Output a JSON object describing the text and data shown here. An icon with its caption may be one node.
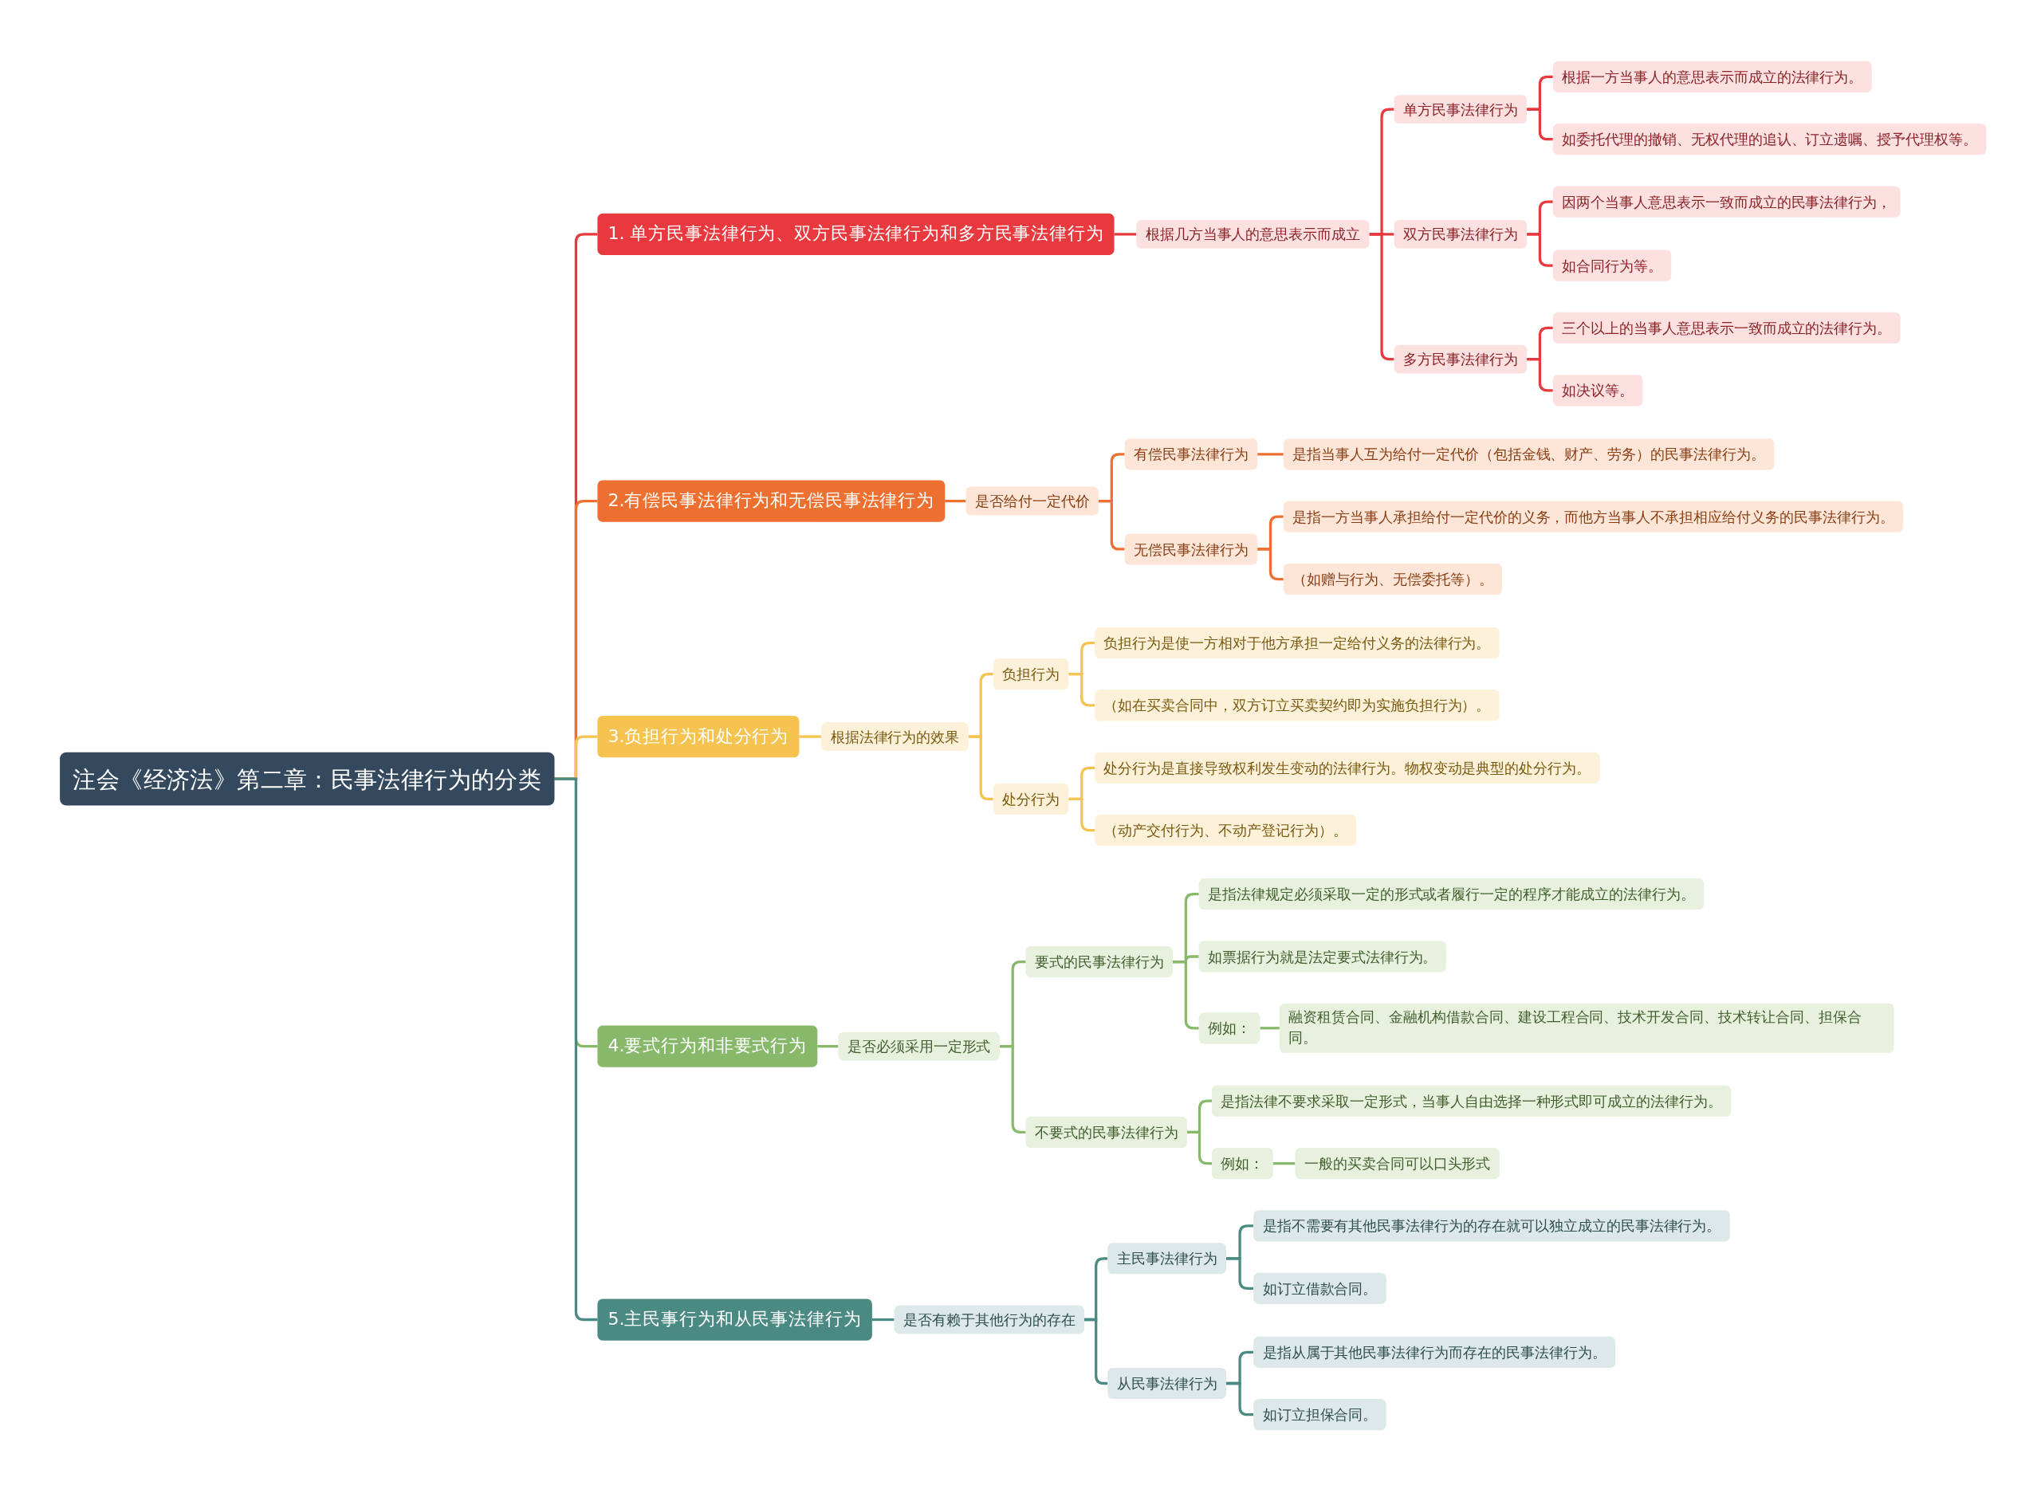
{
  "diagram": {
    "nodes": [
      {
        "text": [
          "注会《经济法》第二章：民事法律行为的分类"
        ]
      },
      {
        "text": [
          "1. 单方民事法律行为、双方民事法律行为和多方民事法律行为"
        ]
      },
      {
        "text": [
          "根据几方当事人的意思表示而成立"
        ]
      },
      {
        "text": [
          "单方民事法律行为"
        ]
      },
      {
        "text": [
          "根据一方当事人的意思表示而成立的法律行为。"
        ]
      },
      {
        "text": [
          "如委托代理的撤销、无权代理的追认、订立遗嘱、授予代理权等。"
        ]
      },
      {
        "text": [
          "双方民事法律行为"
        ]
      },
      {
        "text": [
          "因两个当事人意思表示一致而成立的民事法律行为，"
        ]
      },
      {
        "text": [
          "如合同行为等。"
        ]
      },
      {
        "text": [
          "多方民事法律行为"
        ]
      },
      {
        "text": [
          "三个以上的当事人意思表示一致而成立的法律行为。"
        ]
      },
      {
        "text": [
          "如决议等。"
        ]
      },
      {
        "text": [
          "2.有偿民事法律行为和无偿民事法律行为"
        ]
      },
      {
        "text": [
          "是否给付一定代价"
        ]
      },
      {
        "text": [
          "有偿民事法律行为"
        ]
      },
      {
        "text": [
          "是指当事人互为给付一定代价（包括金钱、财产、劳务）的民事法律行为。"
        ]
      },
      {
        "text": [
          "无偿民事法律行为"
        ]
      },
      {
        "text": [
          "是指一方当事人承担给付一定代价的义务，而他方当事人不承担相应给付义务的民事法律行为。"
        ]
      },
      {
        "text": [
          "（如赠与行为、无偿委托等）。"
        ]
      },
      {
        "text": [
          "3.负担行为和处分行为"
        ]
      },
      {
        "text": [
          "根据法律行为的效果"
        ]
      },
      {
        "text": [
          "负担行为"
        ]
      },
      {
        "text": [
          "负担行为是使一方相对于他方承担一定给付义务的法律行为。"
        ]
      },
      {
        "text": [
          "（如在买卖合同中，双方订立买卖契约即为实施负担行为）。"
        ]
      },
      {
        "text": [
          "处分行为"
        ]
      },
      {
        "text": [
          "处分行为是直接导致权利发生变动的法律行为。物权变动是典型的处分行为。"
        ]
      },
      {
        "text": [
          "（动产交付行为、不动产登记行为）。"
        ]
      },
      {
        "text": [
          "4.要式行为和非要式行为"
        ]
      },
      {
        "text": [
          "是否必须采用一定形式"
        ]
      },
      {
        "text": [
          "要式的民事法律行为"
        ]
      },
      {
        "text": [
          "是指法律规定必须采取一定的形式或者履行一定的程序才能成立的法律行为。"
        ]
      },
      {
        "text": [
          "如票据行为就是法定要式法律行为。"
        ]
      },
      {
        "text": [
          "例如："
        ]
      },
      {
        "text": [
          "融资租赁合同、金融机构借款合同、建设工程合同、技术开发合同、技术转让合同、担保合同。"
        ]
      },
      {
        "text": [
          "不要式的民事法律行为"
        ]
      },
      {
        "text": [
          "是指法律不要求采取一定形式，当事人自由选择一种形式即可成立的法律行为。"
        ]
      },
      {
        "text": [
          "例如："
        ]
      },
      {
        "text": [
          "一般的买卖合同可以口头形式"
        ]
      },
      {
        "text": [
          "5.主民事行为和从民事法律行为"
        ]
      },
      {
        "text": [
          "是否有赖于其他行为的存在"
        ]
      },
      {
        "text": [
          "主民事法律行为"
        ]
      },
      {
        "text": [
          "是指不需要有其他民事法律行为的存在就可以独立成立的民事法律行为。"
        ]
      },
      {
        "text": [
          "如订立借款合同。"
        ]
      },
      {
        "text": [
          "从民事法律行为"
        ]
      },
      {
        "text": [
          "是指从属于其他民事法律行为而存在的民事法律行为。"
        ]
      },
      {
        "text": [
          "如订立担保合同。"
        ]
      }
    ],
    "edges": [
      {
        "from": 0,
        "to": 1,
        "arrow": "none",
        "color": "#e8393e"
      },
      {
        "from": 1,
        "to": 2,
        "arrow": "none",
        "color": "#e8393e"
      },
      {
        "from": 2,
        "to": 3,
        "arrow": "none",
        "color": "#e8393e"
      },
      {
        "from": 3,
        "to": 4,
        "arrow": "none",
        "color": "#e8393e"
      },
      {
        "from": 3,
        "to": 5,
        "arrow": "none",
        "color": "#e8393e"
      },
      {
        "from": 2,
        "to": 6,
        "arrow": "none",
        "color": "#e8393e"
      },
      {
        "from": 6,
        "to": 7,
        "arrow": "none",
        "color": "#e8393e"
      },
      {
        "from": 6,
        "to": 8,
        "arrow": "none",
        "color": "#e8393e"
      },
      {
        "from": 2,
        "to": 9,
        "arrow": "none",
        "color": "#e8393e"
      },
      {
        "from": 9,
        "to": 10,
        "arrow": "none",
        "color": "#e8393e"
      },
      {
        "from": 9,
        "to": 11,
        "arrow": "none",
        "color": "#e8393e"
      },
      {
        "from": 0,
        "to": 12,
        "arrow": "none",
        "color": "#ee7030"
      },
      {
        "from": 12,
        "to": 13,
        "arrow": "none",
        "color": "#ee7030"
      },
      {
        "from": 13,
        "to": 14,
        "arrow": "none",
        "color": "#ee7030"
      },
      {
        "from": 14,
        "to": 15,
        "arrow": "none",
        "color": "#ee7030"
      },
      {
        "from": 13,
        "to": 16,
        "arrow": "none",
        "color": "#ee7030"
      },
      {
        "from": 16,
        "to": 17,
        "arrow": "none",
        "color": "#ee7030"
      },
      {
        "from": 16,
        "to": 18,
        "arrow": "none",
        "color": "#ee7030"
      },
      {
        "from": 0,
        "to": 19,
        "arrow": "none",
        "color": "#f6c350"
      },
      {
        "from": 19,
        "to": 20,
        "arrow": "none",
        "color": "#f6c350"
      },
      {
        "from": 20,
        "to": 21,
        "arrow": "none",
        "color": "#f6c350"
      },
      {
        "from": 21,
        "to": 22,
        "arrow": "none",
        "color": "#f6c350"
      },
      {
        "from": 21,
        "to": 23,
        "arrow": "none",
        "color": "#f6c350"
      },
      {
        "from": 20,
        "to": 24,
        "arrow": "none",
        "color": "#f6c350"
      },
      {
        "from": 24,
        "to": 25,
        "arrow": "none",
        "color": "#f6c350"
      },
      {
        "from": 24,
        "to": 26,
        "arrow": "none",
        "color": "#f6c350"
      },
      {
        "from": 0,
        "to": 27,
        "arrow": "none",
        "color": "#88b96b"
      },
      {
        "from": 27,
        "to": 28,
        "arrow": "none",
        "color": "#88b96b"
      },
      {
        "from": 28,
        "to": 29,
        "arrow": "none",
        "color": "#88b96b"
      },
      {
        "from": 29,
        "to": 30,
        "arrow": "none",
        "color": "#88b96b"
      },
      {
        "from": 29,
        "to": 31,
        "arrow": "none",
        "color": "#88b96b"
      },
      {
        "from": 29,
        "to": 32,
        "arrow": "none",
        "color": "#88b96b"
      },
      {
        "from": 32,
        "to": 33,
        "arrow": "none",
        "color": "#88b96b"
      },
      {
        "from": 28,
        "to": 34,
        "arrow": "none",
        "color": "#88b96b"
      },
      {
        "from": 34,
        "to": 35,
        "arrow": "none",
        "color": "#88b96b"
      },
      {
        "from": 34,
        "to": 36,
        "arrow": "none",
        "color": "#88b96b"
      },
      {
        "from": 36,
        "to": 37,
        "arrow": "none",
        "color": "#88b96b"
      },
      {
        "from": 0,
        "to": 38,
        "arrow": "none",
        "color": "#4a8a83"
      },
      {
        "from": 38,
        "to": 39,
        "arrow": "none",
        "color": "#4a8a83"
      },
      {
        "from": 39,
        "to": 40,
        "arrow": "none",
        "color": "#4a8a83"
      },
      {
        "from": 40,
        "to": 41,
        "arrow": "none",
        "color": "#4a8a83"
      },
      {
        "from": 40,
        "to": 42,
        "arrow": "none",
        "color": "#4a8a83"
      },
      {
        "from": 39,
        "to": 43,
        "arrow": "none",
        "color": "#4a8a83"
      },
      {
        "from": 43,
        "to": 44,
        "arrow": "none",
        "color": "#4a8a83"
      },
      {
        "from": 43,
        "to": 45,
        "arrow": "none",
        "color": "#4a8a83"
      }
    ]
  }
}
